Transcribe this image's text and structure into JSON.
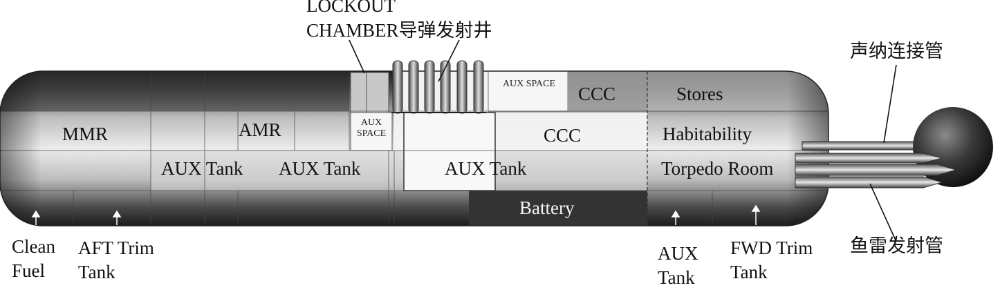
{
  "labels": {
    "lockout": "LOCKOUT",
    "chamber": "CHAMBER导弹发射井",
    "aux_space_top": "AUX SPACE",
    "ccc_top": "CCC",
    "stores": "Stores",
    "mmr": "MMR",
    "amr": "AMR",
    "aux_space_mid": "AUX SPACE",
    "ccc_main": "CCC",
    "habitability": "Habitability",
    "aux_tank_1": "AUX Tank",
    "aux_tank_2": "AUX Tank",
    "aux_tank_3": "AUX Tank",
    "torpedo_room": "Torpedo Room",
    "battery": "Battery",
    "sonar": "声纳连接管",
    "torpedo_tube": "鱼雷发射管",
    "clean_fuel": "Clean Fuel",
    "aft_trim": "AFT Trim Tank",
    "aux_tank_bottom": "AUX Tank",
    "fwd_trim": "FWD Trim Tank"
  },
  "colors": {
    "hull_dark": "#2e2e2e",
    "hull_mid": "#8a8a8a",
    "hull_light": "#e6e6e6",
    "battery": "#3a3a3a",
    "compartment_light": "#f4f4f4"
  }
}
